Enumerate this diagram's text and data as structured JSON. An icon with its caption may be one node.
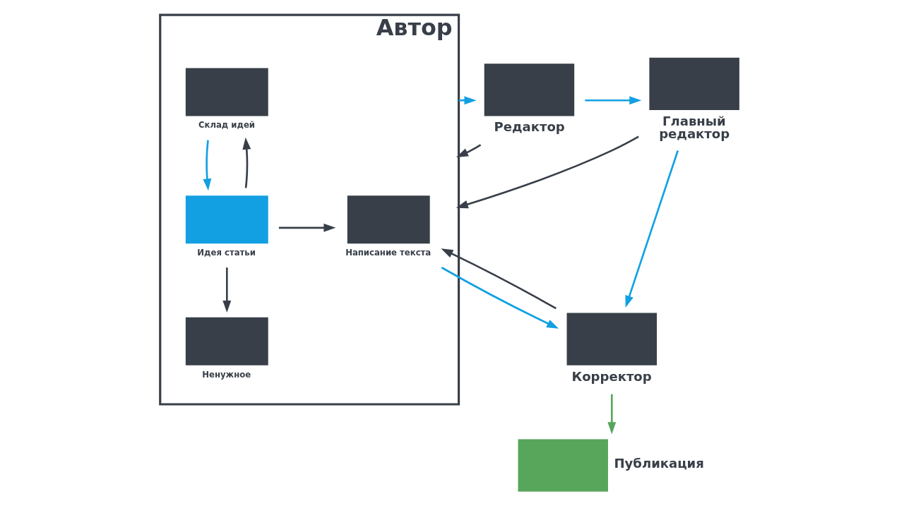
{
  "diagram": {
    "nodes": [
      {
        "text": [
          "Автор"
        ]
      },
      {
        "text": [
          "Склад идей"
        ],
        "in": 0
      },
      {
        "text": [
          "Идея статьи"
        ],
        "in": 0
      },
      {
        "text": [
          "Написание текста"
        ],
        "in": 0
      },
      {
        "text": [
          "Ненужное"
        ],
        "in": 0
      },
      {
        "text": [
          "Редактор"
        ]
      },
      {
        "text": [
          "Главный редактор"
        ]
      },
      {
        "text": [
          "Корректор"
        ]
      },
      {
        "text": [
          "Публикация"
        ]
      }
    ],
    "edges": [
      {
        "from": 1,
        "to": 2,
        "arrow": "to",
        "color": "#12a0e2"
      },
      {
        "from": 2,
        "to": 1,
        "arrow": "to"
      },
      {
        "from": 2,
        "to": 3,
        "arrow": "to"
      },
      {
        "from": 2,
        "to": 4,
        "arrow": "to"
      },
      {
        "from": 0,
        "to": 5,
        "arrow": "to",
        "color": "#12a0e2"
      },
      {
        "from": 5,
        "to": 0,
        "arrow": "to"
      },
      {
        "from": 5,
        "to": 6,
        "arrow": "to",
        "color": "#12a0e2"
      },
      {
        "from": 6,
        "to": 0,
        "arrow": "to"
      },
      {
        "from": 6,
        "to": 7,
        "arrow": "to",
        "color": "#12a0e2"
      },
      {
        "from": 7,
        "to": 3,
        "arrow": "to"
      },
      {
        "from": 3,
        "to": 7,
        "arrow": "to",
        "color": "#12a0e2"
      },
      {
        "from": 7,
        "to": 8,
        "arrow": "to",
        "color": "#58a55c"
      }
    ]
  }
}
